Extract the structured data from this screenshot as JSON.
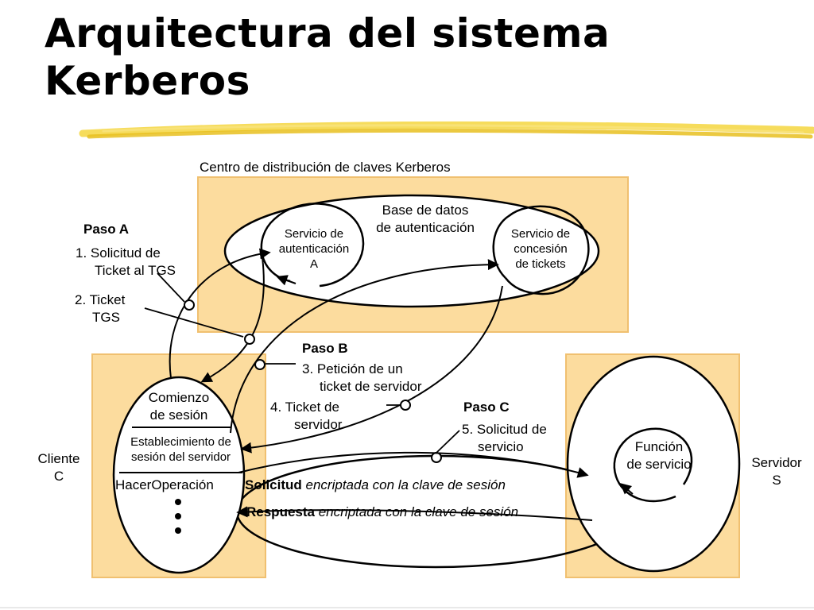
{
  "title": {
    "line1": "Arquitectura del sistema",
    "line2": "Kerberos"
  },
  "kdc": {
    "label": "Centro de distribución de claves Kerberos",
    "db_line1": "Base de datos",
    "db_line2": "de autenticación",
    "as_line1": "Servicio de",
    "as_line2": "autenticación",
    "as_line3": "A",
    "tgs_line1": "Servicio de",
    "tgs_line2": "concesión",
    "tgs_line3": "de tickets"
  },
  "client": {
    "label_line1": "Cliente",
    "label_line2": "C",
    "login_line1": "Comienzo",
    "login_line2": "de sesión",
    "setup_line1": "Establecimiento de",
    "setup_line2": "sesión del servidor",
    "doop": "HacerOperación"
  },
  "server": {
    "label_line1": "Servidor",
    "label_line2": "S",
    "func_line1": "Función",
    "func_line2": "de servicio"
  },
  "steps": {
    "pasoA": "Paso A",
    "s1_line1": "1. Solicitud de",
    "s1_line2": "Ticket al TGS",
    "s2_line1": "2. Ticket",
    "s2_line2": "TGS",
    "pasoB": "Paso B",
    "s3_line1": "3. Petición de un",
    "s3_line2": "ticket de servidor",
    "s4_line1": "4. Ticket de",
    "s4_line2": "servidor",
    "pasoC": "Paso C",
    "s5_line1": "5. Solicitud de",
    "s5_line2": "servicio"
  },
  "session": {
    "req_bold": "Solicitud",
    "req_rest": "encriptada con la clave de sesión",
    "resp_bold": "Respuesta",
    "resp_rest": "encriptada con la clave de sesión"
  },
  "colors": {
    "panel": "#fcdc9e",
    "panel_border": "#f0c070",
    "highlight": "#f2cc28",
    "line": "#000000"
  }
}
